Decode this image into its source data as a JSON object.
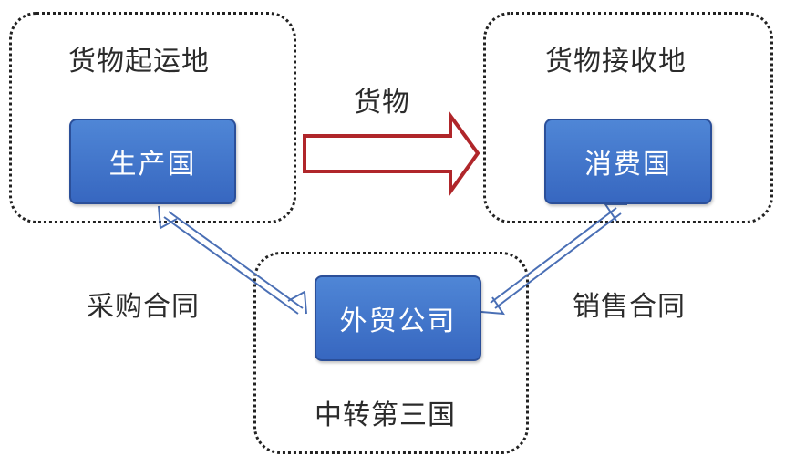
{
  "zones": {
    "origin": "货物起运地",
    "destination": "货物接收地",
    "third_country": "中转第三国"
  },
  "nodes": {
    "producer": "生产国",
    "consumer": "消费国",
    "trader": "外贸公司"
  },
  "edges": {
    "goods": "货物",
    "purchase_contract": "采购合同",
    "sales_contract": "销售合同"
  },
  "colors": {
    "node_fill": "#3f74cc",
    "node_border": "#2b4f99",
    "goods_arrow": "#b0262a",
    "contract_arrow": "#4a6fb5"
  }
}
